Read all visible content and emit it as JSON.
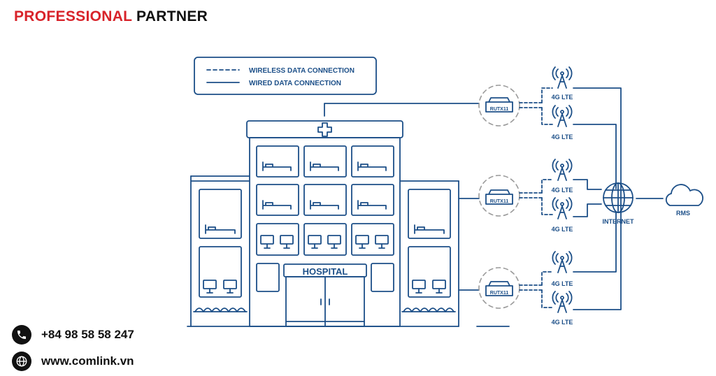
{
  "header": {
    "brand_red": "PROFESSIONAL",
    "brand_black": "PARTNER"
  },
  "legend": {
    "wireless": "WIRELESS DATA CONNECTION",
    "wired": "WIRED DATA CONNECTION"
  },
  "building": {
    "sign": "HOSPITAL"
  },
  "routers": [
    {
      "label": "RUTX11"
    },
    {
      "label": "RUTX11"
    },
    {
      "label": "RUTX11"
    }
  ],
  "towers": [
    {
      "label": "4G LTE"
    },
    {
      "label": "4G LTE"
    },
    {
      "label": "4G LTE"
    },
    {
      "label": "4G LTE"
    },
    {
      "label": "4G LTE"
    },
    {
      "label": "4G LTE"
    }
  ],
  "internet": {
    "label": "INTERNET"
  },
  "cloud": {
    "label": "RMS"
  },
  "contact": {
    "phone": "+84 98 58 58 247",
    "website": "www.comlink.vn"
  },
  "colors": {
    "line": "#1c4f88",
    "brand_red": "#d8232a",
    "brand_black": "#111111",
    "dashed_circle": "#9a9a9a"
  },
  "icons": {
    "phone": "phone-icon",
    "web": "globe-icon"
  }
}
